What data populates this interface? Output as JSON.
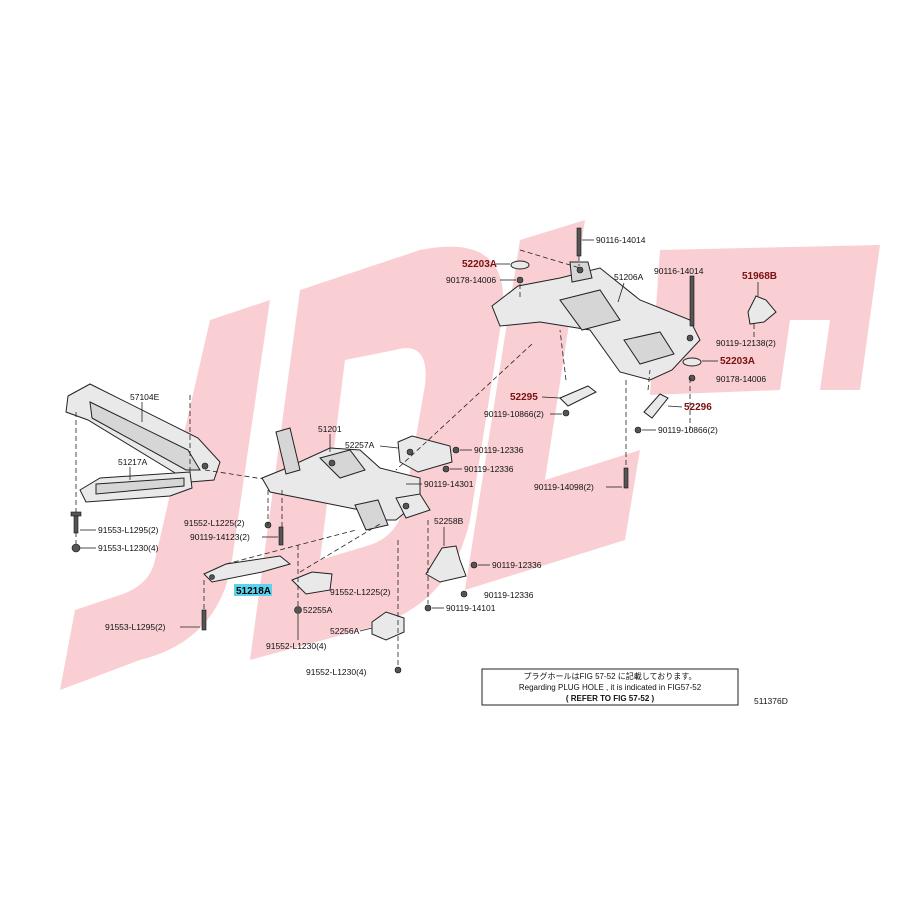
{
  "watermark": {
    "text": "JDL",
    "color": "#f4a8b0"
  },
  "diagram_code": "511376D",
  "note": {
    "line1": "プラグホールはFIG 57-52 に記載しております。",
    "line2": "Regarding  PLUG HOLE , it is indicated in FIG57-52",
    "line3": "( REFER TO FIG 57-52 )"
  },
  "highlight_color": "#5bd3ee",
  "labels": {
    "l57104E": "57104E",
    "l51217A": "51217A",
    "l91553_L1295": "91553-L1295(2)",
    "l91553_L1230": "91553-L1230(4)",
    "l51201": "51201",
    "l52257A": "52257A",
    "l90119_12336_a": "90119-12336",
    "l90119_12336_b": "90119-12336",
    "l90119_14301": "90119-14301",
    "l91552_L1225_a": "91552-L1225(2)",
    "l90119_14123": "90119-14123(2)",
    "l51218A": "51218A",
    "l52255A": "52255A",
    "l91552_L1225_b": "91552-L1225(2)",
    "l91553_L1295_b": "91553-L1295(2)",
    "l91552_L1230_a": "91552-L1230(4)",
    "l52256A": "52256A",
    "l91552_L1230_b": "91552-L1230(4)",
    "l52258B": "52258B",
    "l90119_12336_c": "90119-12336",
    "l90119_12336_d": "90119-12336",
    "l90119_14101": "90119-14101",
    "l90116_14014_a": "90116-14014",
    "l52203A_a": "52203A",
    "l90178_14006_a": "90178-14006",
    "l51206A": "51206A",
    "l90116_14014_b": "90116-14014",
    "l51968B": "51968B",
    "l90119_12138": "90119-12138(2)",
    "l52203A_b": "52203A",
    "l90178_14006_b": "90178-14006",
    "l52295": "52295",
    "l90119_10866_a": "90119-10866(2)",
    "l52296": "52296",
    "l90119_10866_b": "90119-10866(2)",
    "l90119_14098": "90119-14098(2)"
  }
}
